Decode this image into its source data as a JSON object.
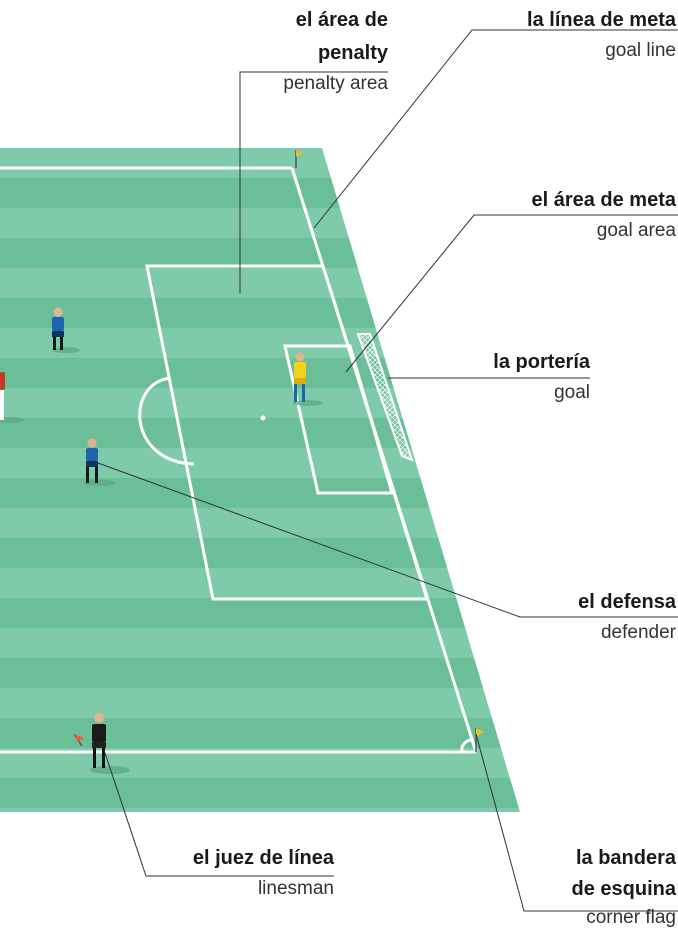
{
  "labels": {
    "penalty_area": {
      "es_line1": "el área de",
      "es_line2": "penalty",
      "en": "penalty area"
    },
    "goal_line": {
      "es": "la línea de meta",
      "en": "goal line"
    },
    "goal_area": {
      "es": "el área de meta",
      "en": "goal area"
    },
    "goal": {
      "es": "la portería",
      "en": "goal"
    },
    "defender": {
      "es": "el defensa",
      "en": "defender"
    },
    "linesman": {
      "es": "el juez de línea",
      "en": "linesman"
    },
    "corner_flag": {
      "es_line1": "la bandera",
      "es_line2": "de esquina",
      "en": "corner flag"
    }
  },
  "colors": {
    "stripe_light": "#7fcaa8",
    "stripe_dark": "#6bbf98",
    "lines": "#ffffff",
    "defender_kit": "#1f62b0",
    "goalkeeper_kit": "#f2d21a",
    "linesman_kit": "#1a1a1a",
    "attacker_kit": "#c0392b"
  }
}
